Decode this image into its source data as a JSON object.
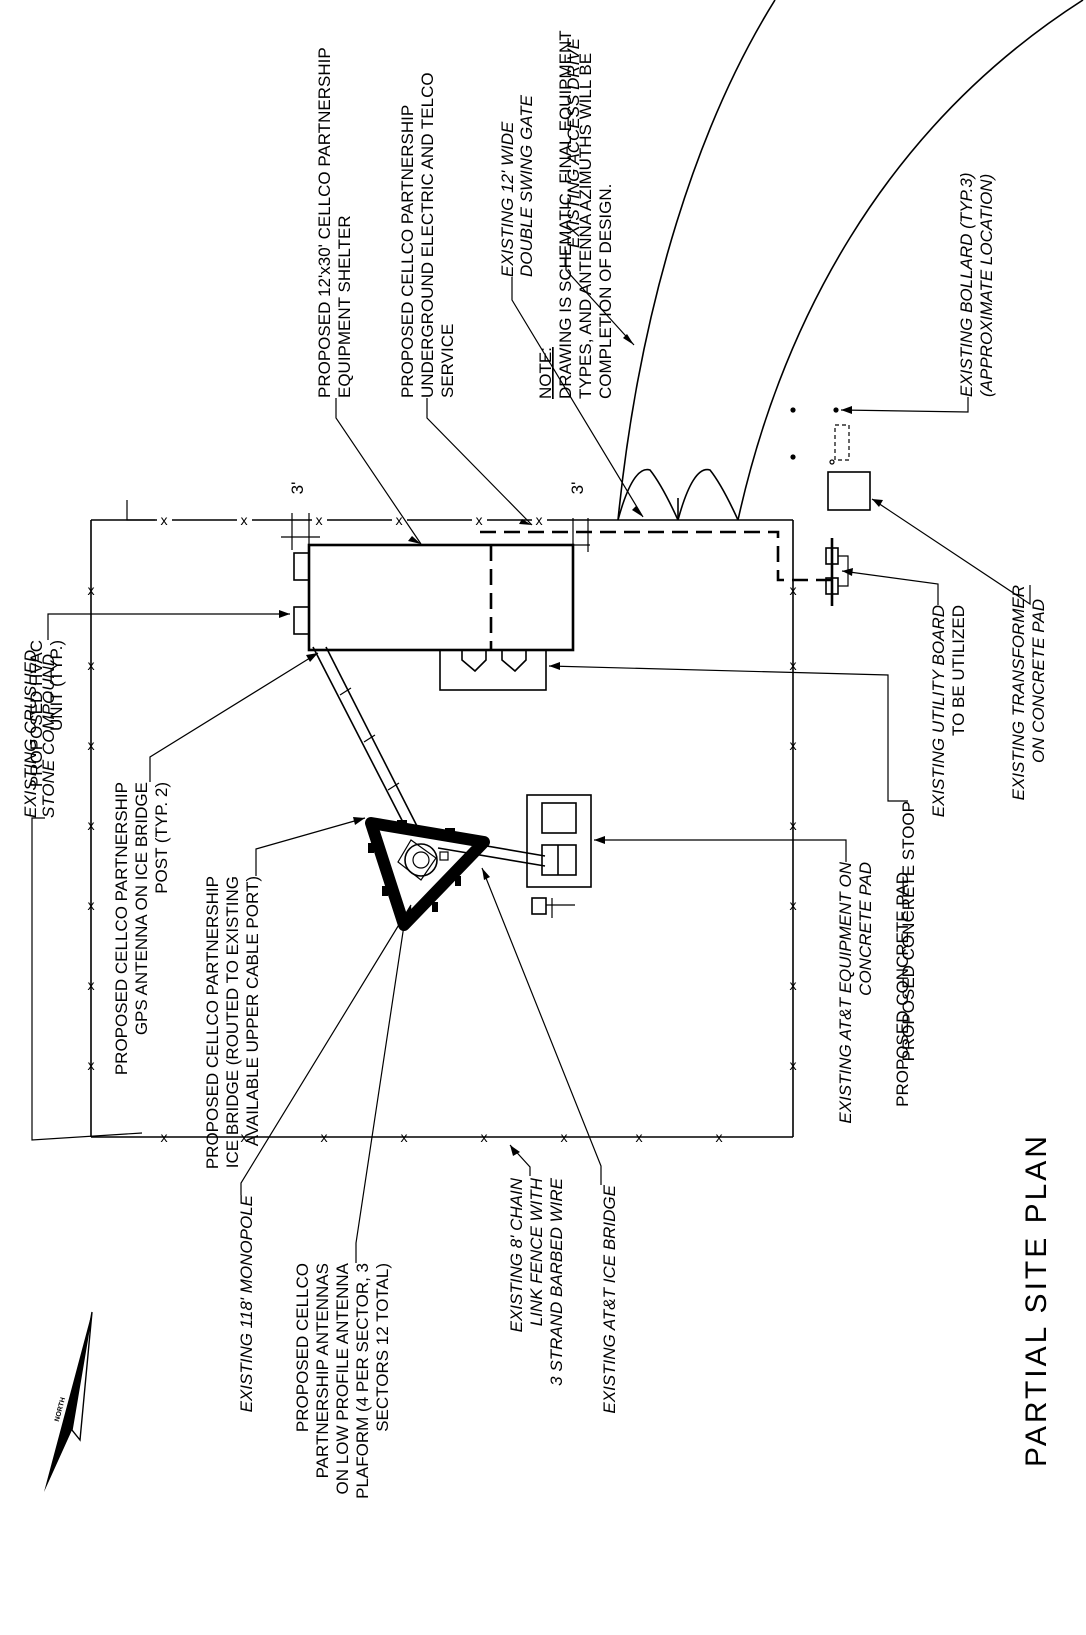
{
  "note": {
    "heading": "NOTE:",
    "lines": [
      "DRAWING IS SCHEMATIC. FINAL EQUIPMENT",
      "TYPES, AND ANTENNA AZIMUTHS WILL BE",
      "COMPLETION OF DESIGN."
    ]
  },
  "title": "PARTIAL SITE PLAN",
  "north_label": "NORTH",
  "dimensions": {
    "dim_top": "3'",
    "dim_bottom": "3'"
  },
  "fence_marker": "x",
  "callouts": {
    "crushed_stone": [
      "EXISTING CRUSHED",
      "STONE COMPOUND"
    ],
    "gps_antenna": [
      "PROPOSED CELLCO PARTNERSHIP",
      "GPS ANTENNA ON ICE BRIDGE",
      "POST (TYP. 2)"
    ],
    "hvac": [
      "PROPOSED HVAC",
      "UNIT (TYP.)"
    ],
    "ice_bridge": [
      "PROPOSED CELLCO PARTNERSHIP",
      "ICE BRIDGE (ROUTED TO EXISTING",
      "AVAILABLE UPPER CABLE PORT)"
    ],
    "shelter": [
      "PROPOSED 12'x30' CELLCO PARTNERSHIP",
      "EQUIPMENT SHELTER"
    ],
    "underground": [
      "PROPOSED CELLCO PARTNERSHIP",
      "UNDERGROUND ELECTRIC AND TELCO",
      "SERVICE"
    ],
    "swing_gate": [
      "EXISTING 12' WIDE",
      "DOUBLE SWING GATE"
    ],
    "access_drive": [
      "EXISTING ACCESS DRIVE"
    ],
    "bollard": [
      "EXISTING BOLLARD (TYP.3)",
      "(APPROXIMATE LOCATION)"
    ],
    "transformer": [
      "EXISTING TRANSFORMER",
      "ON CONCRETE PAD"
    ],
    "utility_board": [
      "EXISTING UTILITY BOARD",
      "TO BE UTILIZED"
    ],
    "stoop": [
      "PROPOSED CONCRETE STOOP"
    ],
    "att_equipment": [
      "EXISTING AT&T EQUIPMENT ON",
      "CONCRETE PAD"
    ],
    "concrete_pad": [
      "PROPOSED CONCRETE PAD"
    ],
    "monopole": [
      "EXISTING 118' MONOPOLE"
    ],
    "antennas": [
      "PROPOSED CELLCO",
      "PARTNERSHIP ANTENNAS",
      "ON LOW PROFILE ANTENNA",
      "PLAFORM (4 PER SECTOR, 3",
      "SECTORS 12 TOTAL)"
    ],
    "chain_link": [
      "EXISTING 8' CHAIN",
      "LINK FENCE WITH",
      "3 STRAND BARBED WIRE"
    ],
    "att_ice_bridge": [
      "EXISTING AT&T ICE BRIDGE"
    ]
  }
}
